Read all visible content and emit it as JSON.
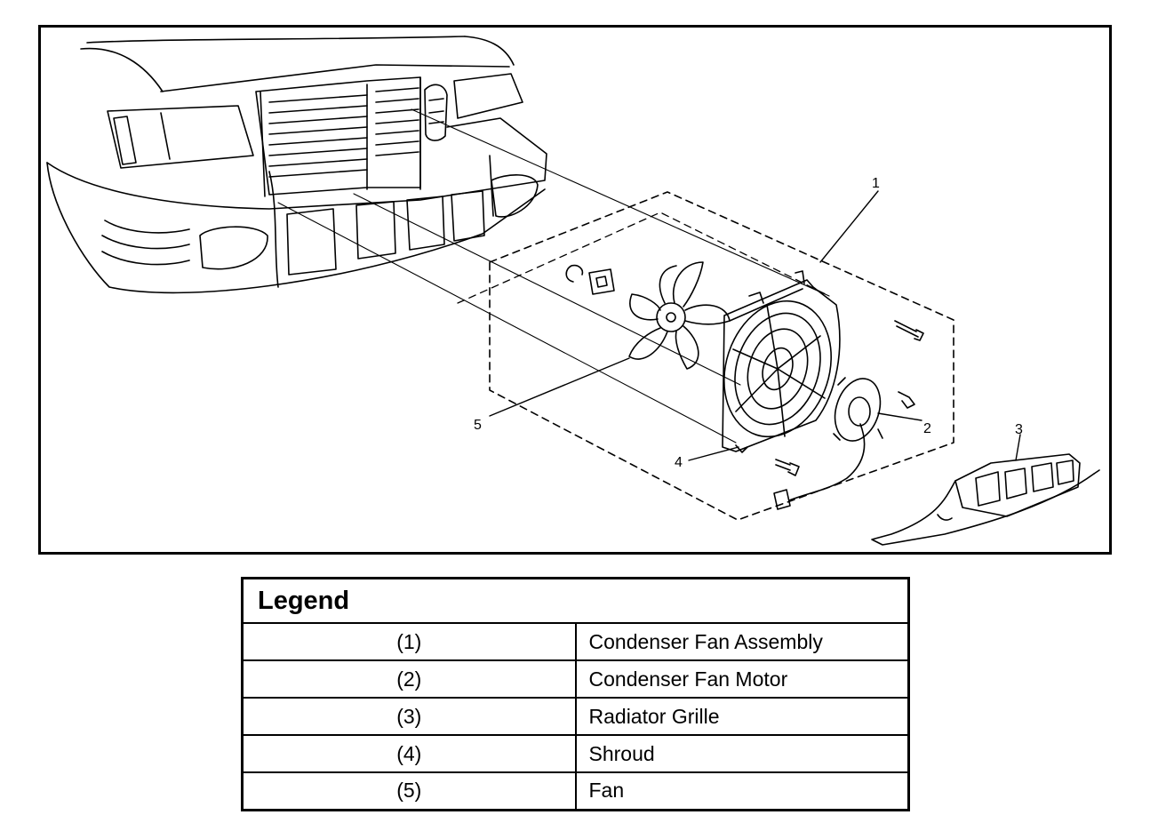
{
  "callouts": [
    "1",
    "2",
    "3",
    "4",
    "5"
  ],
  "legend": {
    "title": "Legend",
    "rows": [
      {
        "num": "(1)",
        "desc": "Condenser Fan Assembly"
      },
      {
        "num": "(2)",
        "desc": "Condenser Fan Motor"
      },
      {
        "num": "(3)",
        "desc": "Radiator Grille"
      },
      {
        "num": "(4)",
        "desc": "Shroud"
      },
      {
        "num": "(5)",
        "desc": "Fan"
      }
    ]
  }
}
